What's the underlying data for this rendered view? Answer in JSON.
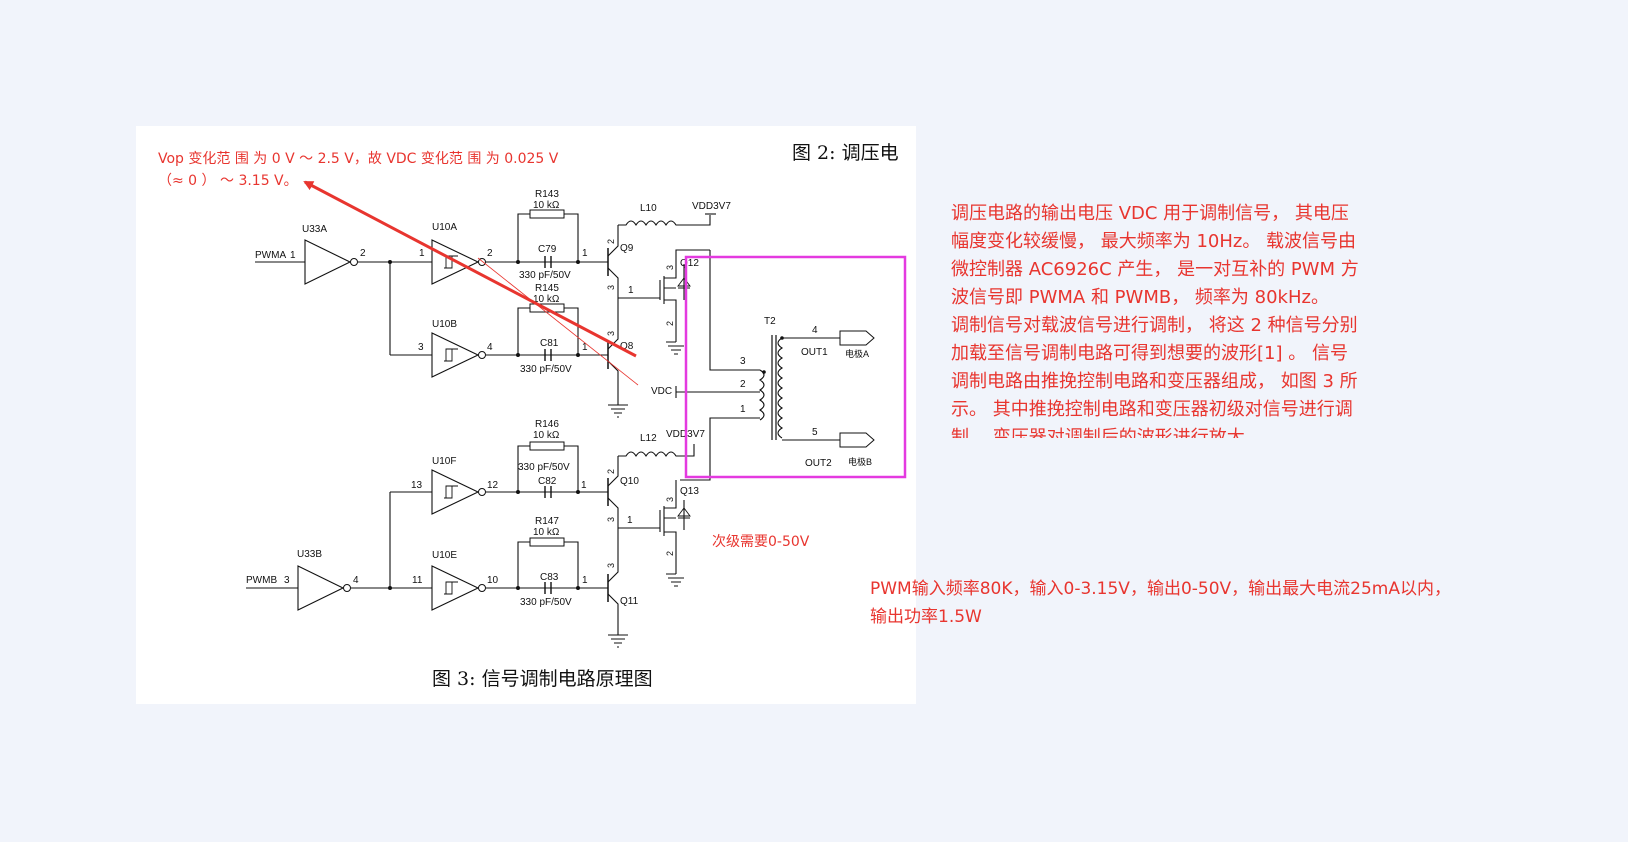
{
  "fig2_caption": "图 2: 调压电",
  "fig3_caption": "图 3: 信号调制电路原理图",
  "annotation": {
    "line1": "Vop 变化范 围 为 0 V ～ 2.5 V，故 VDC 变化范 围 为 0.025 V",
    "line2": "（≈ 0 ） ～ 3.15 V。",
    "secondary_note": "次级需要0-50V",
    "bottom_line1": "PWM输入频率80K，输入0-3.15V，输出0-50V，输出最大电流25mA以内，",
    "bottom_line2": "输出功率1.5W"
  },
  "paragraph": [
    "调压电路的输出电压 VDC 用于调制信号， 其电压",
    "幅度变化较缓慢， 最大频率为 10Hz。 载波信号由",
    "微控制器 AC6926C 产生， 是一对互补的 PWM 方",
    "波信号即 PWMA 和 PWMB， 频率为 80kHz。",
    "调制信号对载波信号进行调制， 将这 2 种信号分别",
    "加载至信号调制电路可得到想要的波形[1] 。 信号",
    "调制电路由推挽控制电路和变压器组成， 如图 3 所",
    "示。 其中推挽控制电路和变压器初级对信号进行调",
    "制， 变压器对调制后的波形进行放大。"
  ],
  "schematic": {
    "input_a": "PWMA",
    "input_b": "PWMB",
    "u33a": "U33A",
    "u33b": "U33B",
    "u10a": "U10A",
    "u10b": "U10B",
    "u10f": "U10F",
    "u10e": "U10E",
    "r143": "R143",
    "r145": "R145",
    "r146": "R146",
    "r147": "R147",
    "res_val": "10 kΩ",
    "c79": "C79",
    "c81": "C81",
    "c82": "C82",
    "c83": "C83",
    "cap_val": "330 pF/50V",
    "q9": "Q9",
    "q8": "Q8",
    "q10": "Q10",
    "q11": "Q11",
    "q12": "Q12",
    "q13": "Q13",
    "l10": "L10",
    "l12": "L12",
    "vdd": "VDD3V7",
    "vdc": "VDC",
    "t2": "T2",
    "out1": "OUT1",
    "out2": "OUT2",
    "electrode_a": "电极A",
    "electrode_b": "电极B",
    "pins": {
      "p1": "1",
      "p2": "2",
      "p3": "3",
      "p4": "4",
      "p5": "5",
      "p10": "10",
      "p11": "11",
      "p12": "12",
      "p13": "13"
    }
  },
  "colors": {
    "annotation_red": "#e8352f",
    "highlight_magenta": "#e43ae0",
    "page_bg": "#f1f4fb",
    "figure_bg": "#ffffff"
  }
}
